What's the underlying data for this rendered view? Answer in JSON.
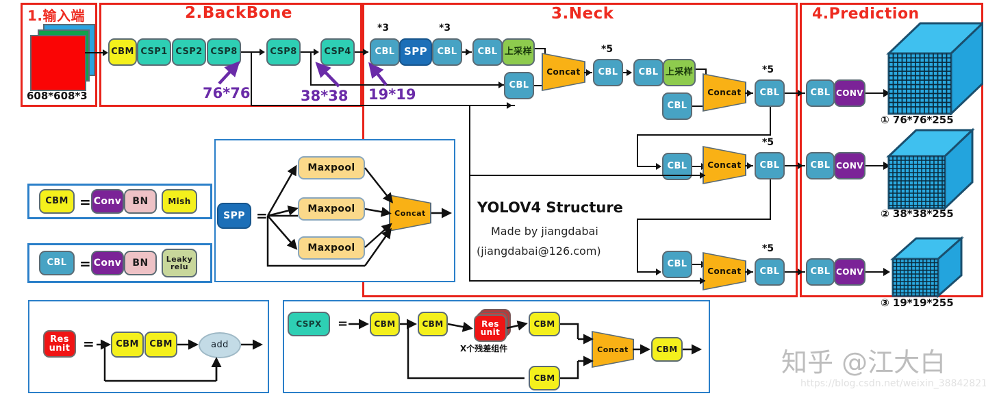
{
  "meta": {
    "diagram_title": "YOLOV4 Structure",
    "made_by": "Made by jiangdabai",
    "contact": "(jiangdabai@126.com)",
    "watermark": "知乎 @江大白",
    "watermark_url": "https://blog.csdn.net/weixin_38842821"
  },
  "colors": {
    "section_border": "#e8231a",
    "section_title": "#ee2b20",
    "legend_border": "#2a7fc9",
    "cbm": "#f4f01c",
    "csp": "#2ecfb4",
    "cbl": "#47a3c4",
    "spp": "#1c6fb8",
    "upsample": "#8ecb4e",
    "conv": "#7b2397",
    "bn": "#eec2c6",
    "maxpool": "#fbd98a",
    "res_unit": "#f01414",
    "concat": "#f9b115",
    "cube": "#29a9e0",
    "annotation_purple": "#6a2ba8"
  },
  "sections": [
    {
      "id": "input",
      "label": "1.输入端"
    },
    {
      "id": "backbone",
      "label": "2.BackBone"
    },
    {
      "id": "neck",
      "label": "3.Neck"
    },
    {
      "id": "prediction",
      "label": "4.Prediction"
    }
  ],
  "input": {
    "caption": "608*608*3",
    "layers": [
      "blue",
      "green",
      "red"
    ]
  },
  "backbone": {
    "blocks": [
      "CBM",
      "CSP1",
      "CSP2",
      "CSP8",
      "CSP8",
      "CSP4"
    ],
    "annotations": [
      {
        "text": "76*76",
        "from_block": "CSP8"
      },
      {
        "text": "38*38",
        "from_block": "CSP8"
      },
      {
        "text": "19*19",
        "from_block": "CSP4"
      }
    ]
  },
  "neck": {
    "spp_chain": {
      "cbl_before": "CBL",
      "cbl_before_mult": "*3",
      "spp": "SPP",
      "cbl_after": "CBL",
      "cbl_after_mult": "*3"
    },
    "upsample_label": "上采样",
    "cbl_label": "CBL",
    "concat_label": "Concat",
    "mult_5": "*5",
    "branch1": {
      "cbl": "CBL",
      "upsample": "上采样",
      "lateral_cbl": "CBL",
      "concat": "Concat",
      "out_cbl": "CBL",
      "out_mult": "*5"
    },
    "branch2": {
      "cbl": "CBL",
      "upsample": "上采样",
      "lateral_cbl": "CBL",
      "concat": "Concat",
      "out_cbl": "CBL",
      "out_mult": "*5"
    },
    "branch3": {
      "down_cbl": "CBL",
      "concat": "Concat",
      "out_cbl": "CBL",
      "out_mult": "*5"
    },
    "branch4": {
      "down_cbl": "CBL",
      "concat": "Concat",
      "out_cbl": "CBL",
      "out_mult": "*5"
    }
  },
  "prediction": {
    "heads": [
      {
        "cbl": "CBL",
        "conv": "CONV",
        "caption": "① 76*76*255",
        "grid": 14
      },
      {
        "cbl": "CBL",
        "conv": "CONV",
        "caption": "② 38*38*255",
        "grid": 12
      },
      {
        "cbl": "CBL",
        "conv": "CONV",
        "caption": "③ 19*19*255",
        "grid": 10
      }
    ]
  },
  "legends": {
    "cbm": {
      "lhs": "CBM",
      "equals": "=",
      "parts": [
        "Conv",
        "BN",
        "Mish"
      ]
    },
    "cbl": {
      "lhs": "CBL",
      "equals": "=",
      "parts": [
        "Conv",
        "BN",
        "Leaky relu"
      ],
      "part3_line1": "Leaky",
      "part3_line2": "relu"
    },
    "spp": {
      "lhs": "SPP",
      "equals": "=",
      "maxpools": [
        "Maxpool",
        "Maxpool",
        "Maxpool"
      ],
      "concat": "Concat"
    },
    "res_unit": {
      "lhs_line1": "Res",
      "lhs_line2": "unit",
      "equals": "=",
      "blocks": [
        "CBM",
        "CBM"
      ],
      "add": "add"
    },
    "cspx": {
      "lhs": "CSPX",
      "equals": "=",
      "top_blocks": [
        "CBM",
        "CBM"
      ],
      "res_unit_line1": "Res",
      "res_unit_line2": "unit",
      "res_note": "X个残差组件",
      "after_res": "CBM",
      "bottom_block": "CBM",
      "concat": "Concat",
      "out_block": "CBM"
    }
  }
}
